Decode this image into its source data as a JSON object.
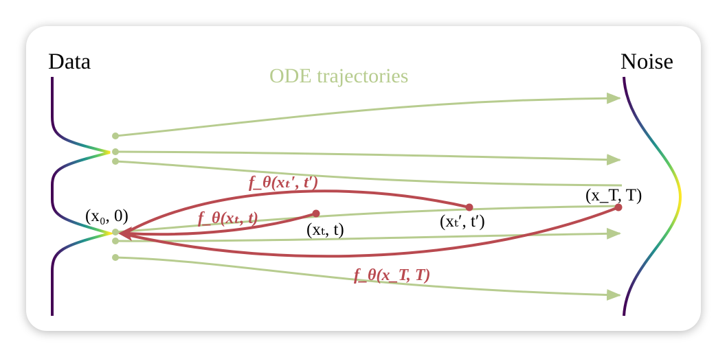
{
  "labels": {
    "data": "Data",
    "noise": "Noise",
    "ode": "ODE trajectories"
  },
  "points": {
    "x0": "(x₀, 0)",
    "xt": "(xₜ, t)",
    "xtp": "(xₜ′, t′)",
    "xT": "(x_T, T)"
  },
  "mappings": {
    "f_xt": "f_θ(xₜ, t)",
    "f_xtp": "f_θ(xₜ′, t′)",
    "f_xT": "f_θ(x_T, T)"
  },
  "colors": {
    "ode": "#b7cc8f",
    "mapping": "#b94a50",
    "viridis_low": "#440154",
    "viridis_high": "#fde725"
  }
}
